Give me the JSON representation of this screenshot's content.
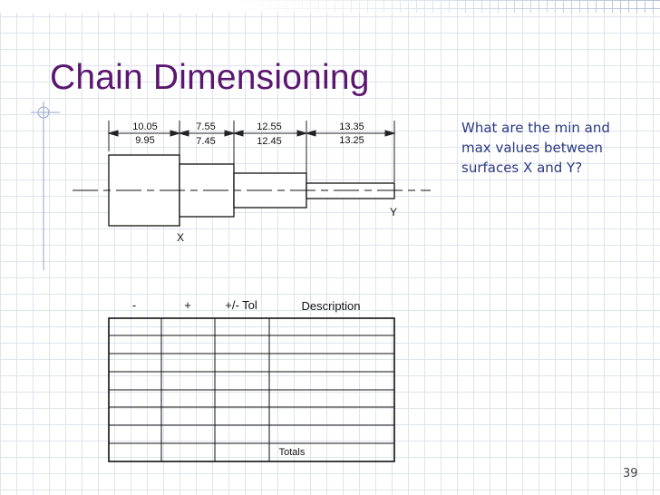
{
  "slide": {
    "title": "Chain Dimensioning",
    "question": "What are the min and max values between surfaces X and Y?",
    "page_number": "39"
  },
  "drawing": {
    "dimensions": [
      {
        "max": "10.05",
        "min": "9.95"
      },
      {
        "max": "7.55",
        "min": "7.45"
      },
      {
        "max": "12.55",
        "min": "12.45"
      },
      {
        "max": "13.35",
        "min": "13.25"
      }
    ],
    "surface_labels": {
      "x": "X",
      "y": "Y"
    }
  },
  "table": {
    "headers": [
      "-",
      "+",
      "+/- Tol",
      "Description"
    ],
    "totals_label": "Totals"
  },
  "colors": {
    "title": "#5b1770",
    "question_text": "#2b3a82",
    "grid": "#dfe3ee"
  }
}
